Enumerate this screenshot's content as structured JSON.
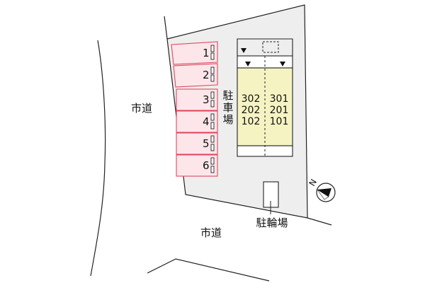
{
  "roads": {
    "west": "市道",
    "south": "市道"
  },
  "parking": {
    "label": "駐車場",
    "spaces": [
      "1",
      "2",
      "3",
      "4",
      "5",
      "6"
    ]
  },
  "building": {
    "units_left": [
      "302",
      "202",
      "102"
    ],
    "units_right": [
      "301",
      "201",
      "101"
    ]
  },
  "bike_parking": {
    "label": "駐輪場"
  },
  "compass": {
    "north_letter": "N",
    "icon": "north-arrow-icon"
  },
  "colors": {
    "lot_fill": "#eeeeee",
    "parking_fill": "#fde6ea",
    "parking_stroke": "#e0485f",
    "building_fill": "#f5f3c2",
    "line": "#222222"
  }
}
